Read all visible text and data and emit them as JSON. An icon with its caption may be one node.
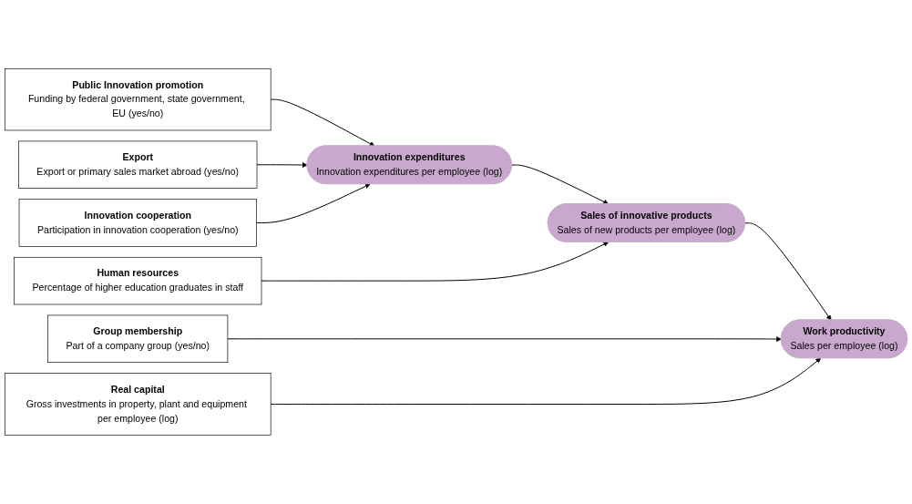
{
  "diagram": {
    "nodes": [
      {
        "text": [
          "Public Innovation promotion",
          "Funding by federal government, state government, EU (yes/no)"
        ]
      },
      {
        "text": [
          "Export",
          "Export or primary sales market abroad (yes/no)"
        ]
      },
      {
        "text": [
          "Innovation cooperation",
          "Participation in innovation cooperation (yes/no)"
        ]
      },
      {
        "text": [
          "Innovation expenditures",
          "Innovation expenditures per employee (log)"
        ]
      },
      {
        "text": [
          "Human resources",
          "Percentage of higher education graduates in staff"
        ]
      },
      {
        "text": [
          "Sales of innovative products",
          "Sales of new products per employee (log)"
        ]
      },
      {
        "text": [
          "Group membership",
          "Part of a company group (yes/no)"
        ]
      },
      {
        "text": [
          "Real capital",
          "Gross investments in property, plant and equipment per employee (log)"
        ]
      },
      {
        "text": [
          "Work productivity",
          "Sales per employee (log)"
        ]
      }
    ],
    "edges": [
      {
        "from": 0,
        "to": 3,
        "arrow": "to"
      },
      {
        "from": 1,
        "to": 3,
        "arrow": "to"
      },
      {
        "from": 2,
        "to": 3,
        "arrow": "to"
      },
      {
        "from": 3,
        "to": 5,
        "arrow": "to"
      },
      {
        "from": 4,
        "to": 5,
        "arrow": "to"
      },
      {
        "from": 5,
        "to": 8,
        "arrow": "to"
      },
      {
        "from": 6,
        "to": 8,
        "arrow": "to"
      },
      {
        "from": 7,
        "to": 8,
        "arrow": "to"
      }
    ]
  }
}
